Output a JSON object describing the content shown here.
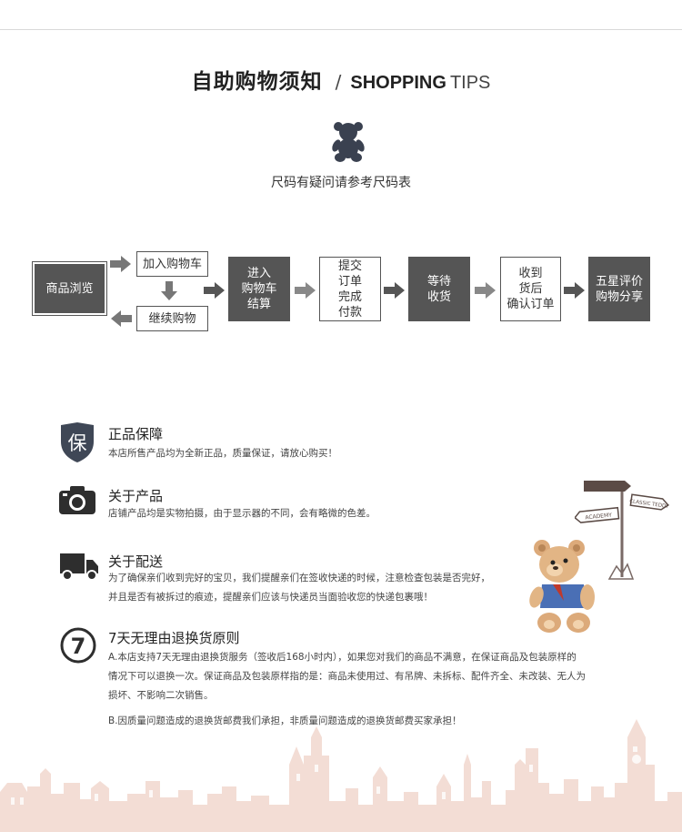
{
  "header": {
    "title_cn": "自助购物须知",
    "separator": "/",
    "title_en_bold": "SHOPPING",
    "title_en_light": "TIPS"
  },
  "size_note": "尺码有疑问请参考尺码表",
  "flow": {
    "browse": "商品浏览",
    "add_cart": "加入购物车",
    "continue": "继续购物",
    "checkout": "进入\n购物车\n结算",
    "submit": "提交\n订单\n完成\n付款",
    "wait": "等待\n收货",
    "confirm": "收到\n货后\n确认订单",
    "review": "五星评价\n购物分享"
  },
  "info": [
    {
      "icon": "shield-bao-icon",
      "icon_char": "保",
      "title": "正品保障",
      "lines": [
        "本店所售产品均为全新正品，质量保证，请放心购买！"
      ]
    },
    {
      "icon": "camera-icon",
      "title": "关于产品",
      "lines": [
        "店铺产品均是实物拍摄，由于显示器的不同，会有略微的色差。"
      ]
    },
    {
      "icon": "truck-icon",
      "title": "关于配送",
      "lines": [
        "为了确保亲们收到完好的宝贝，我们提醒亲们在签收快递的时候，注意检查包装是否完好，",
        "并且是否有被拆过的痕迹，提醒亲们应该与快递员当面验收您的快递包裹哦！"
      ]
    },
    {
      "icon": "seven-day-icon",
      "icon_char": "7",
      "title": "7天无理由退换货原则",
      "lines": [
        "A.本店支持7天无理由退换货服务（签收后168小时内），如果您对我们的商品不满意，在保证商品及包装原样的",
        "情况下可以退换一次。保证商品及包装原样指的是：商品未使用过、有吊牌、未拆标、配件齐全、未改装、无人为",
        "损坏、不影响二次销售。"
      ],
      "note_b": "B.因质量问题造成的退换货邮费我们承担，非质量问题造成的退换货邮费买家承担！"
    }
  ],
  "sign_labels": [
    "ACADEMY",
    "CLASSIC TEDDY"
  ],
  "colors": {
    "dark_box": "#555555",
    "arrow": "#777777",
    "skyline": "#f3ddd5"
  }
}
